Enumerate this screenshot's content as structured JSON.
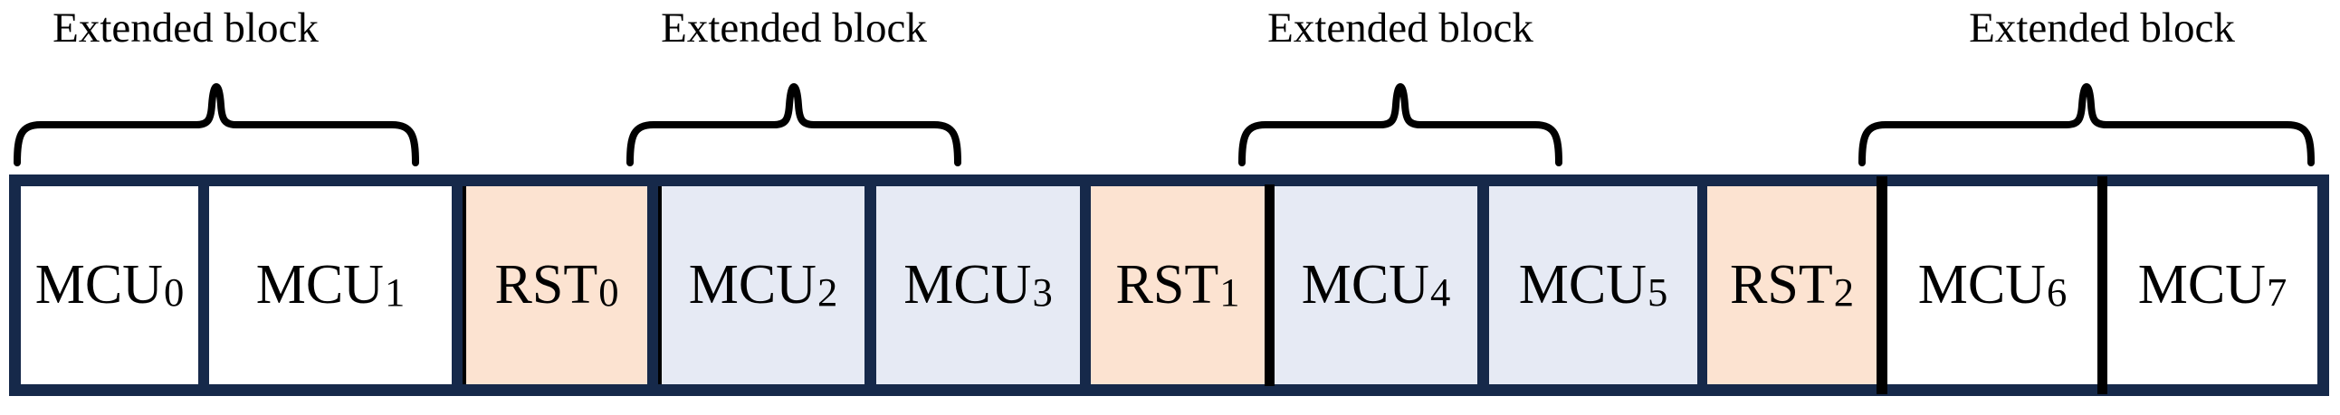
{
  "colors": {
    "background": "#ffffff",
    "bar-border": "#16294a",
    "mcu-plain": "#ffffff",
    "mcu-shaded": "#e6eaf4",
    "rst": "#fce3d1",
    "line": "#000000",
    "text": "#000000"
  },
  "extended_blocks": [
    {
      "label": "Extended block",
      "covers": "MCU0, MCU1"
    },
    {
      "label": "Extended block",
      "covers": "MCU2, MCU3"
    },
    {
      "label": "Extended block",
      "covers": "MCU4, MCU5"
    },
    {
      "label": "Extended block",
      "covers": "MCU6, MCU7"
    }
  ],
  "blocks": [
    {
      "base": "MCU",
      "sub": "0"
    },
    {
      "base": "MCU",
      "sub": "1"
    },
    {
      "base": "RST",
      "sub": "0"
    },
    {
      "base": "MCU",
      "sub": "2"
    },
    {
      "base": "MCU",
      "sub": "3"
    },
    {
      "base": "RST",
      "sub": "1"
    },
    {
      "base": "MCU",
      "sub": "4"
    },
    {
      "base": "MCU",
      "sub": "5"
    },
    {
      "base": "RST",
      "sub": "2"
    },
    {
      "base": "MCU",
      "sub": "6"
    },
    {
      "base": "MCU",
      "sub": "7"
    }
  ]
}
